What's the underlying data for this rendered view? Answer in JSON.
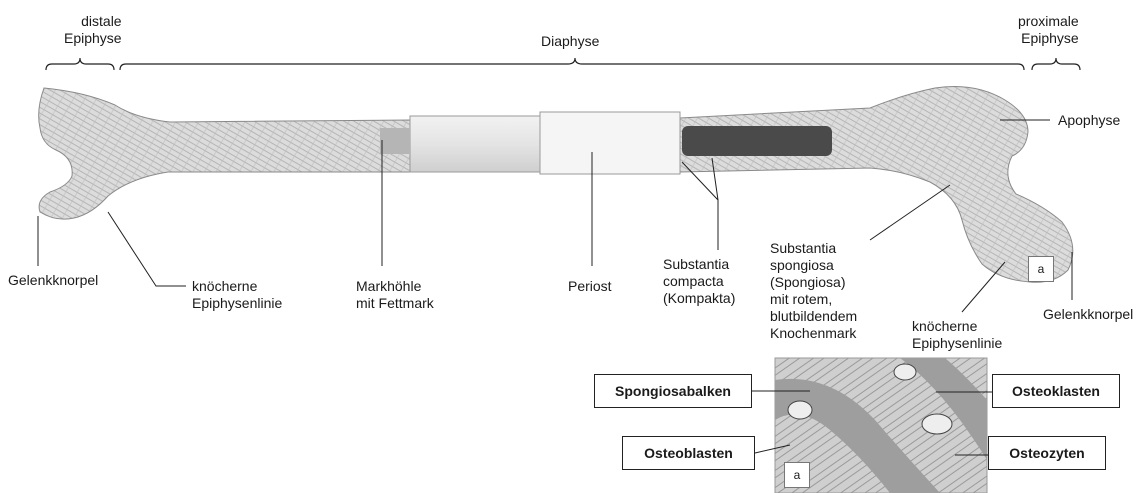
{
  "regions": {
    "distal": "distale\nEpiphyse",
    "diaphyse": "Diaphyse",
    "proximal": "proximale\nEpiphyse"
  },
  "labels": {
    "apophyse": "Apophyse",
    "gelenkknorpel_left": "Gelenkknorpel",
    "epiphysenlinie_left": "knöcherne\nEpiphysenlinie",
    "markhoehle": "Markhöhle\nmit Fettmark",
    "periost": "Periost",
    "compacta": "Substantia\ncompacta\n(Kompakta)",
    "spongiosa": "Substantia\nspongiosa\n(Spongiosa)\nmit rotem,\nblutbildendem\nKnochenmark",
    "epiphysenlinie_right": "knöcherne\nEpiphysenlinie",
    "gelenkknorpel_right": "Gelenkknorpel",
    "detail_marker": "a"
  },
  "inset": {
    "spongiosabalken": "Spongiosabalken",
    "osteoklasten": "Osteoklasten",
    "osteoblasten": "Osteoblasten",
    "osteozyten": "Osteozyten",
    "marker": "a"
  },
  "colors": {
    "bone": "#d9d9d9",
    "bone_dark": "#a9a9a9",
    "cavity": "#4a4a4a",
    "line": "#222222"
  }
}
